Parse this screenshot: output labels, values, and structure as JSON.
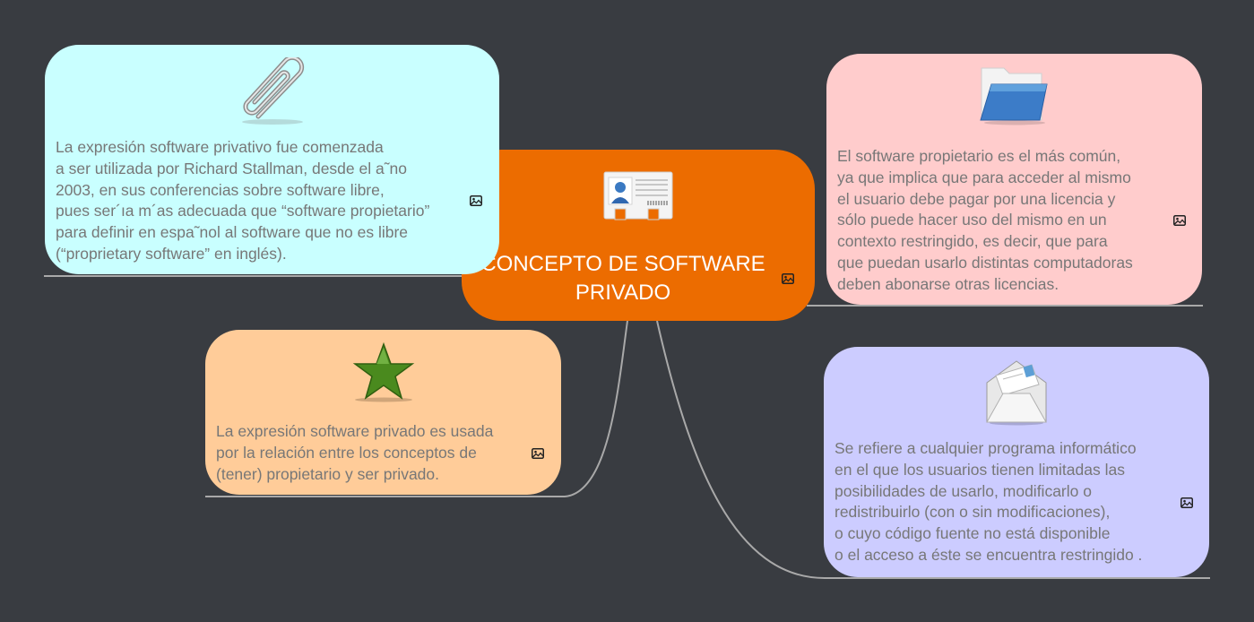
{
  "colors": {
    "background": "#393c41",
    "connector": "#a9a9a9",
    "central": "#ec6c00",
    "node_top_left": "#c9ffff",
    "node_top_right": "#ffcccc",
    "node_bottom_left": "#ffcc99",
    "node_bottom_right": "#ccccff",
    "node_text": "#777777"
  },
  "central": {
    "title": "CONCEPTO DE SOFTWARE\nPRIVADO",
    "icon": "contact-card-icon",
    "badge": "image-icon"
  },
  "nodes": [
    {
      "id": "top_left",
      "icon": "paperclip-icon",
      "text": "La expresión software privativo fue comenzada\na ser utilizada por Richard Stallman, desde el a˜no\n2003, en sus conferencias sobre software libre,\npues ser´ıa m´as adecuada que “software propietario”\npara definir en espa˜nol al software que no es libre\n(“proprietary software” en inglés).",
      "badge": "image-icon"
    },
    {
      "id": "top_right",
      "icon": "folder-icon",
      "text": "El software propietario es el más común,\nya que implica que para acceder al mismo\nel usuario debe pagar por una licencia y\nsólo puede hacer uso del mismo en un\ncontexto restringido, es decir, que para\nque puedan usarlo distintas computadoras\ndeben abonarse otras licencias.",
      "badge": "image-icon"
    },
    {
      "id": "bottom_left",
      "icon": "star-icon",
      "text": "La expresión software privado es usada\npor la relación entre los conceptos de\n(tener) propietario y ser privado.",
      "badge": "image-icon"
    },
    {
      "id": "bottom_right",
      "icon": "envelope-icon",
      "text": "Se refiere a cualquier programa informático\nen el que los usuarios tienen limitadas las\nposibilidades de usarlo, modificarlo o\nredistribuirlo (con o sin modificaciones),\no cuyo código fuente no está disponible\no el acceso a éste se encuentra restringido .",
      "badge": "image-icon"
    }
  ]
}
